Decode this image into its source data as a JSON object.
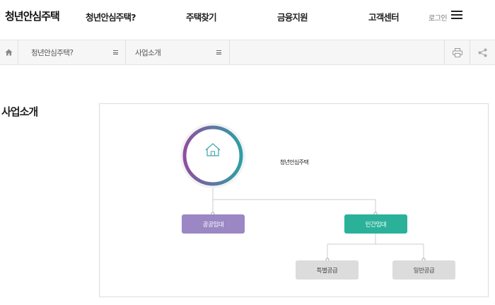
{
  "header": {
    "logo": "청년안심주택",
    "nav": [
      "청년안심주택?",
      "주택찾기",
      "금융지원",
      "고객센터"
    ],
    "login": "로그인"
  },
  "breadcrumb": {
    "items": [
      "청년안심주택?",
      "사업소개"
    ]
  },
  "content": {
    "title": "사업소개"
  },
  "diagram": {
    "center": "청년안심주택",
    "nodes": {
      "public": "공공임대",
      "private": "민간임대",
      "special": "특별공급",
      "general": "일반공급"
    },
    "colors": {
      "public": "#9a87c4",
      "private": "#2ab19a",
      "supply": "#dcdcdc",
      "ring_purple": "#8e4fa0",
      "ring_teal": "#2e9ea4"
    }
  }
}
